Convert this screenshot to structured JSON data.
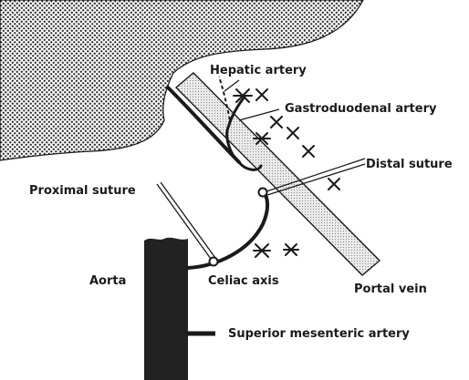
{
  "labels": {
    "hepatic_artery": "Hepatic artery",
    "gastroduodenal_artery": "Gastroduodenal artery",
    "distal_suture": "Distal suture",
    "proximal_suture": "Proximal suture",
    "aorta": "Aorta",
    "celiac_axis": "Celiac axis",
    "portal_vein": "Portal vein",
    "superior_mesenteric_artery": "Superior mesenteric artery"
  },
  "colors": {
    "ink": "#1a1a1a",
    "liver_stipple": "#2a2a2a",
    "portal_vein_fill": "#e4e4e4"
  }
}
